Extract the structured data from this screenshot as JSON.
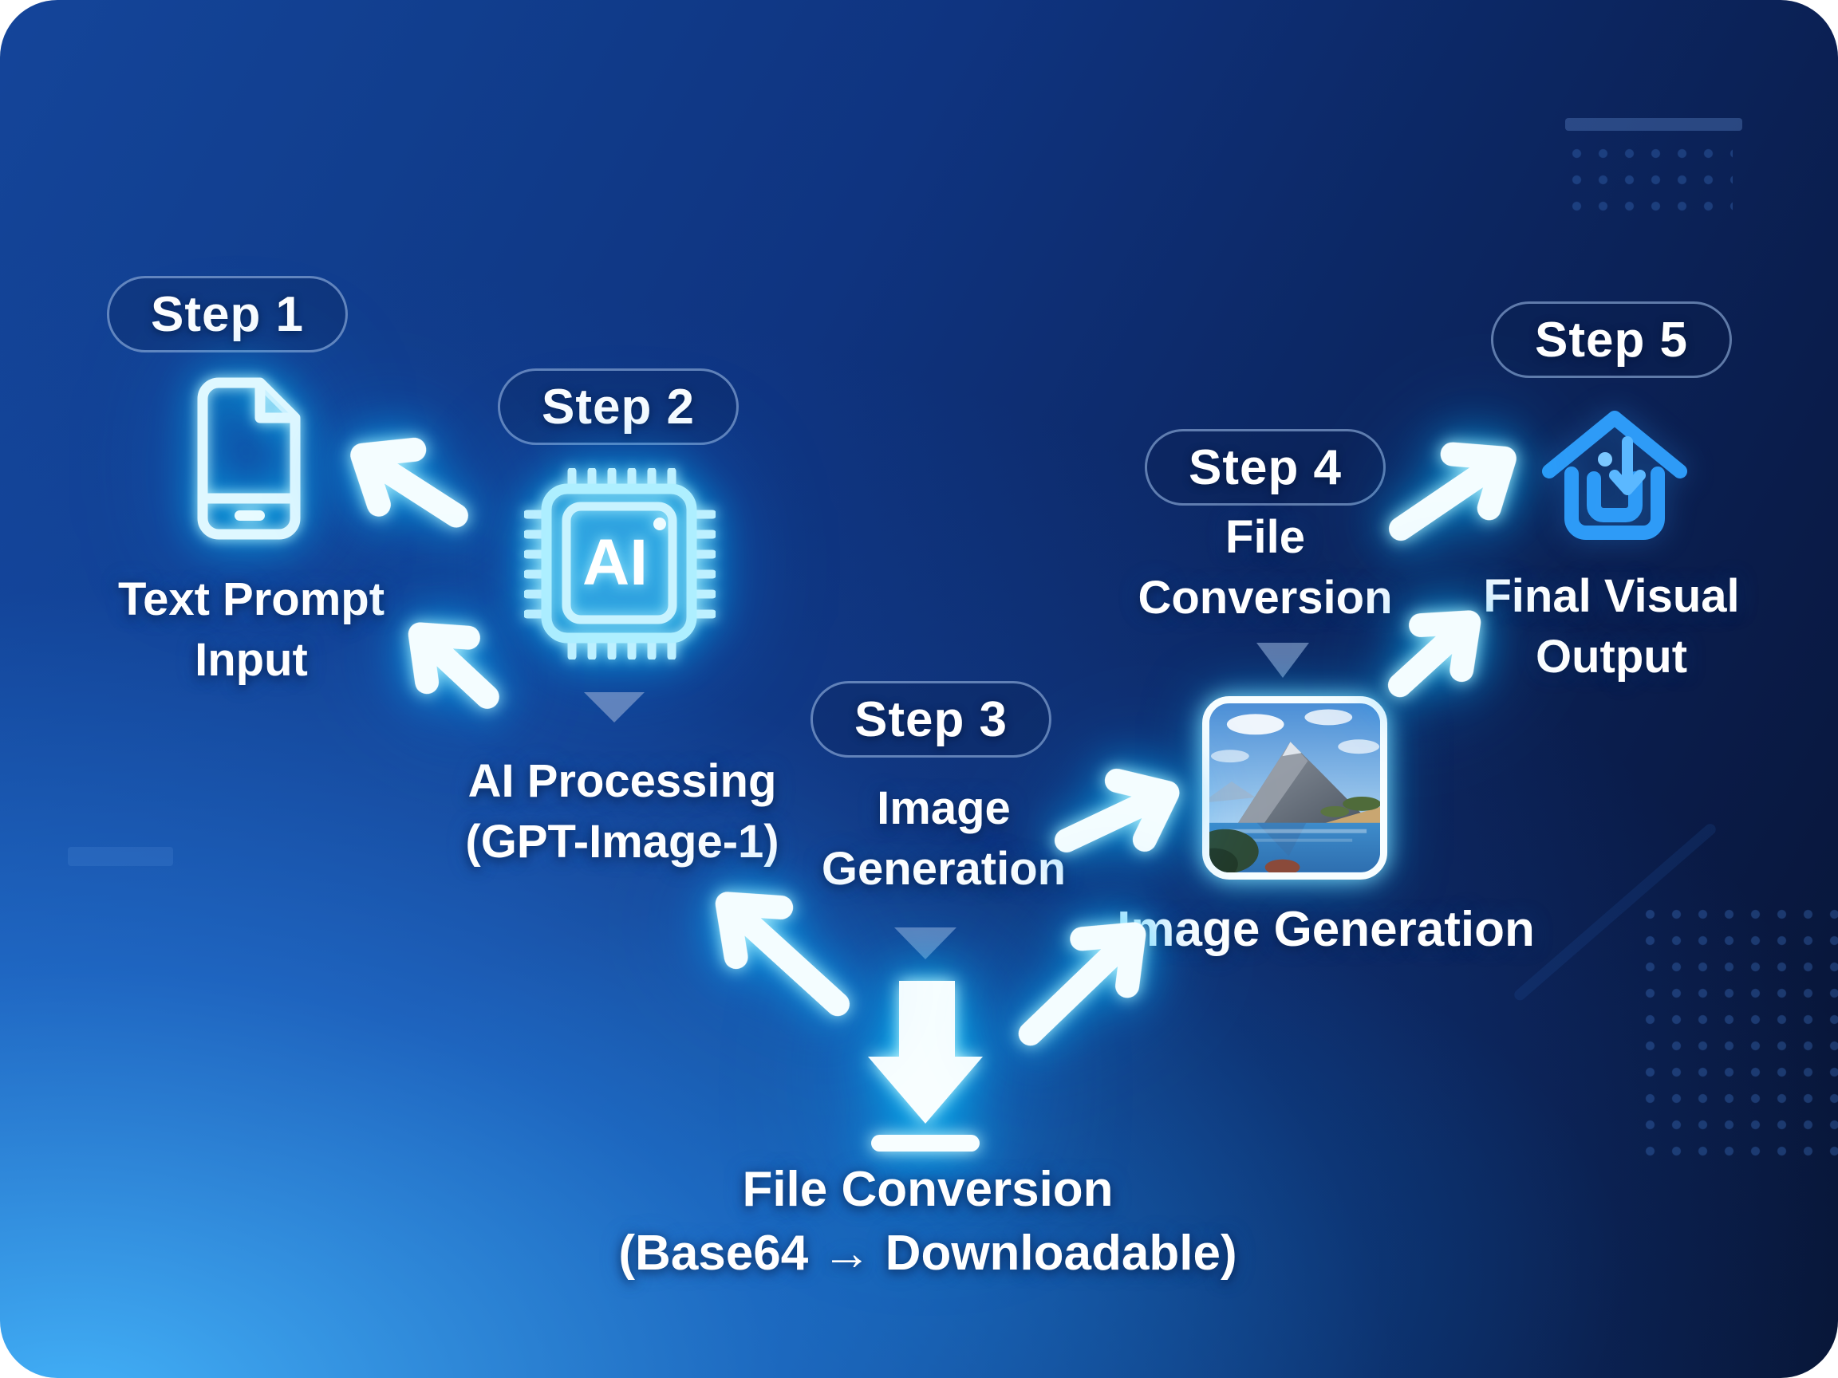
{
  "steps": [
    {
      "badge": "Step 1",
      "line1": "Text Prompt",
      "line2": "Input"
    },
    {
      "badge": "Step 2",
      "line1": "AI Processing",
      "line2": "(GPT-Image-1)"
    },
    {
      "badge": "Step 3",
      "line1": "Image",
      "line2": "Generation"
    },
    {
      "badge": "Step 4",
      "line1": "File",
      "line2": "Conversion"
    },
    {
      "badge": "Step 5",
      "line1": "Final Visual",
      "line2": "Output"
    }
  ],
  "chip": {
    "label": "AI"
  },
  "thumbnail_caption": "Image Generation",
  "bottom": {
    "line1": "File Conversion",
    "line2": "(Base64 → Downloadable)"
  },
  "colors": {
    "background_dark_navy": "#071331",
    "background_bright_blue": "#2D9BF0",
    "neon_cyan": "#29C8FF",
    "icon_stroke_light": "#DFF8FF",
    "flat_icon_blue": "#2E9BF7",
    "arrow_white": "#F4FDFF",
    "chevron_gray_blue": "#91AAD4"
  }
}
